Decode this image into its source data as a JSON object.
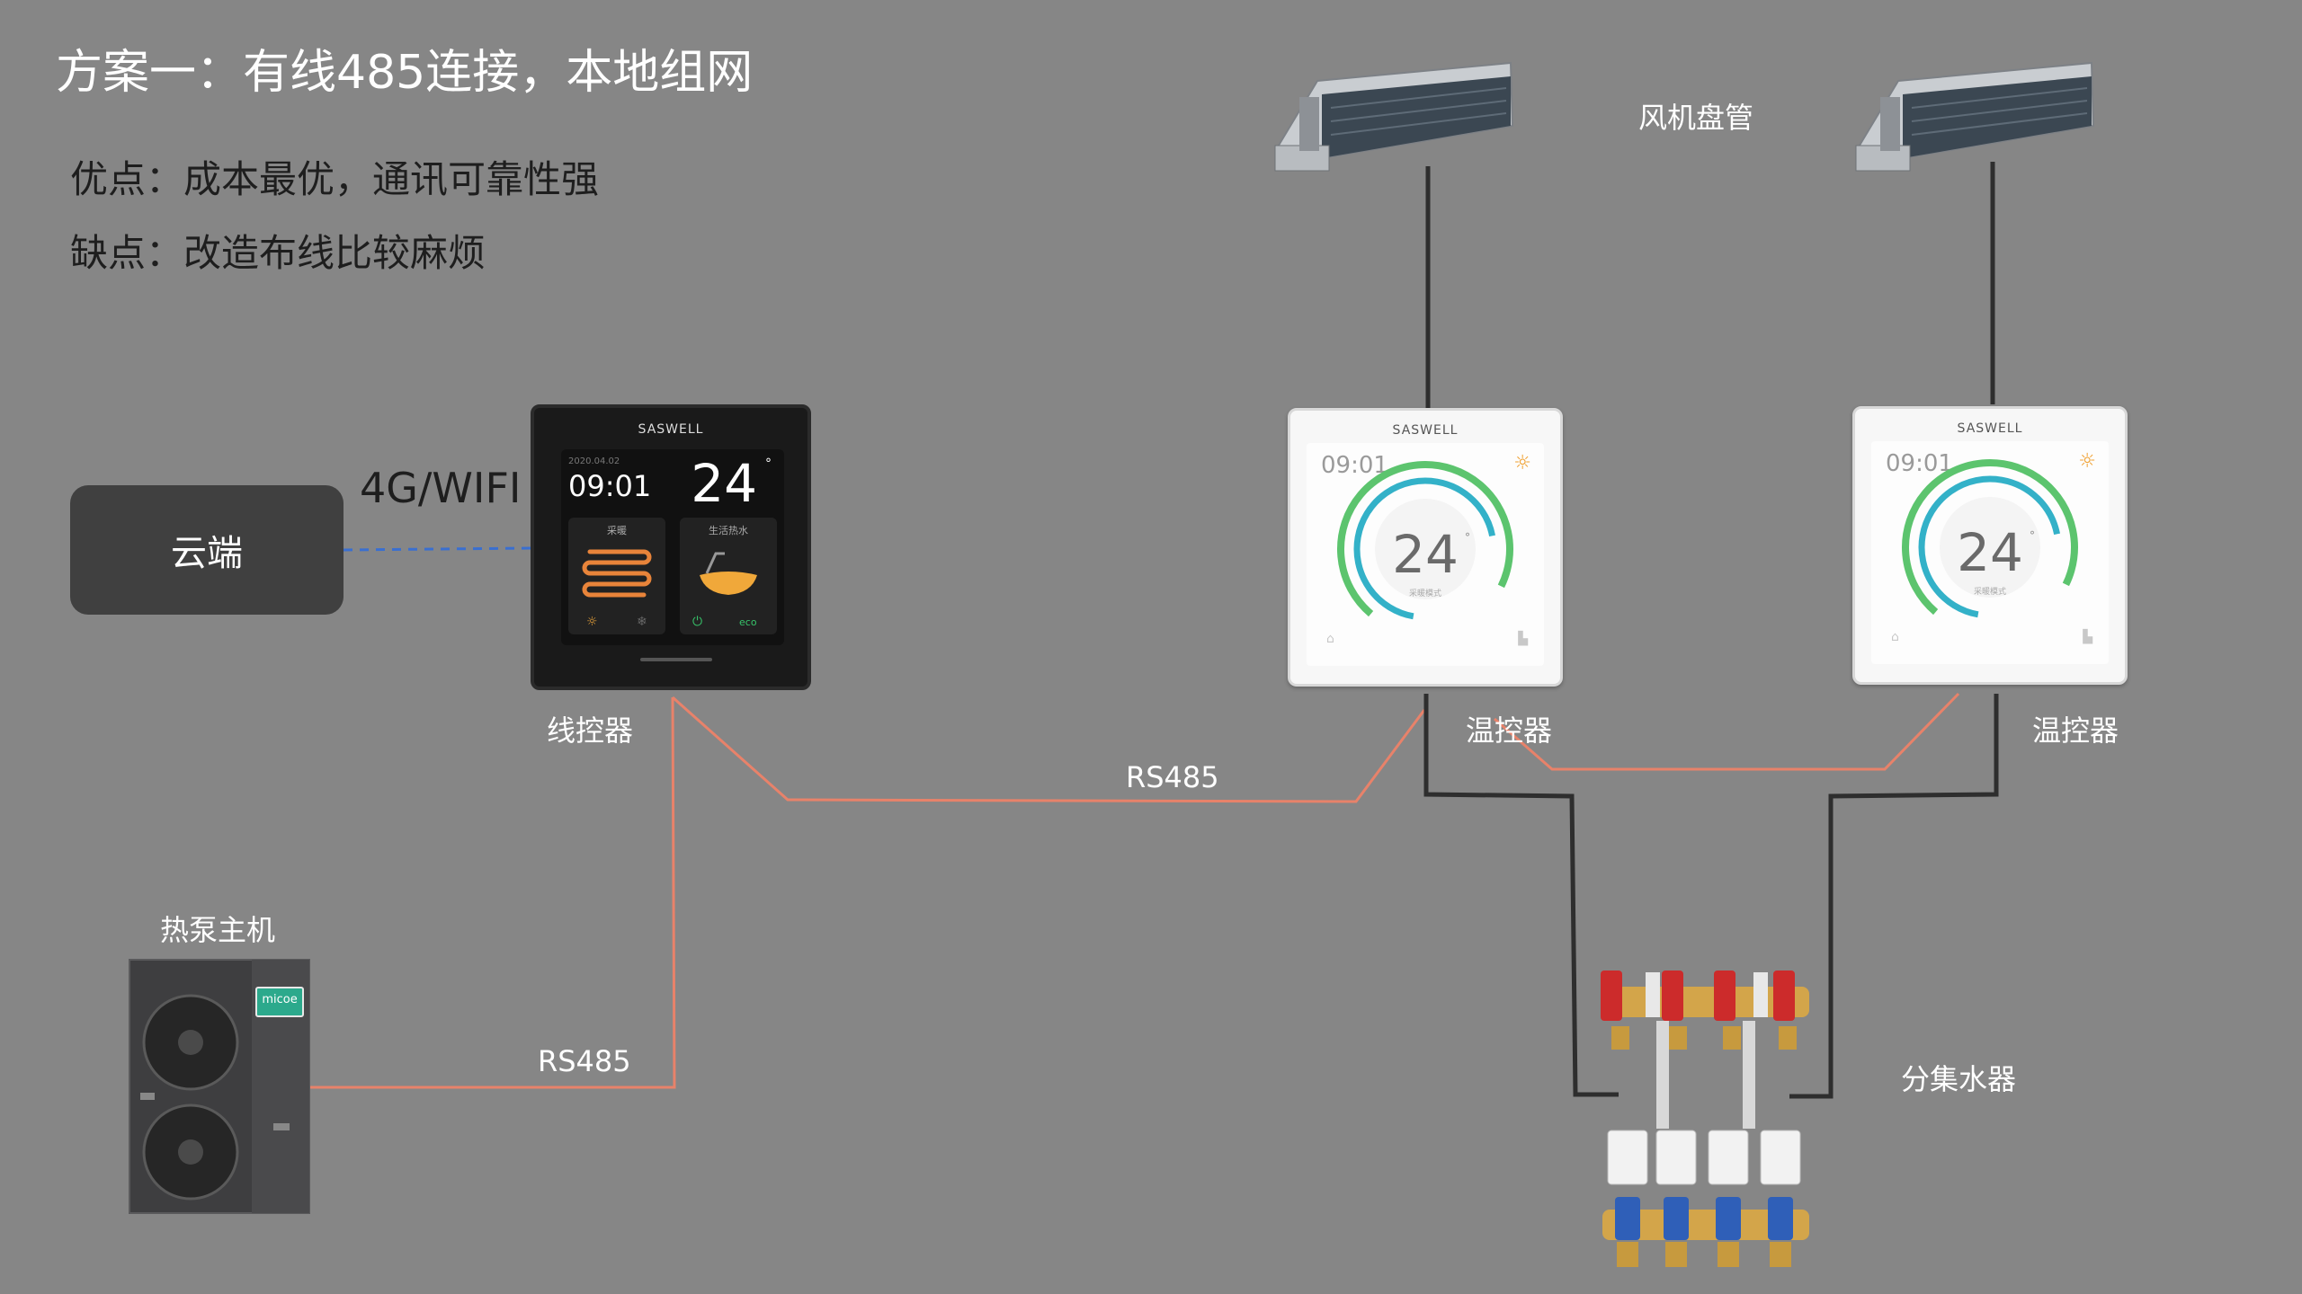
{
  "header": {
    "title": "方案一：有线485连接，本地组网",
    "pros": "优点：成本最优，通讯可靠性强",
    "cons": "缺点：改造布线比较麻烦"
  },
  "cloud": {
    "label": "云端",
    "connection_label": "4G/WIFI"
  },
  "wired_controller": {
    "label": "线控器",
    "brand": "SASWELL",
    "date": "2020.04.02",
    "time": "09:01",
    "temperature": "24",
    "degree": "°",
    "left_panel_title": "采暖",
    "right_panel_title": "生活热水",
    "eco": "eco"
  },
  "fan_coil": {
    "label": "风机盘管"
  },
  "thermostats": [
    {
      "label": "温控器",
      "brand": "SASWELL",
      "time": "09:01",
      "temperature": "24",
      "degree": "°",
      "mode": "采暖模式"
    },
    {
      "label": "温控器",
      "brand": "SASWELL",
      "time": "09:01",
      "temperature": "24",
      "degree": "°",
      "mode": "采暖模式"
    }
  ],
  "heat_pump": {
    "label": "热泵主机",
    "logo_text": "micoe"
  },
  "manifold": {
    "label": "分集水器"
  },
  "links": {
    "rs485_top": "RS485",
    "rs485_bottom": "RS485"
  },
  "colors": {
    "background": "#868686",
    "rs485_line": "#e8826a",
    "dark_line": "#2e2e2e",
    "wifi_line": "#3a6fd0",
    "cloud_box": "#404040"
  }
}
